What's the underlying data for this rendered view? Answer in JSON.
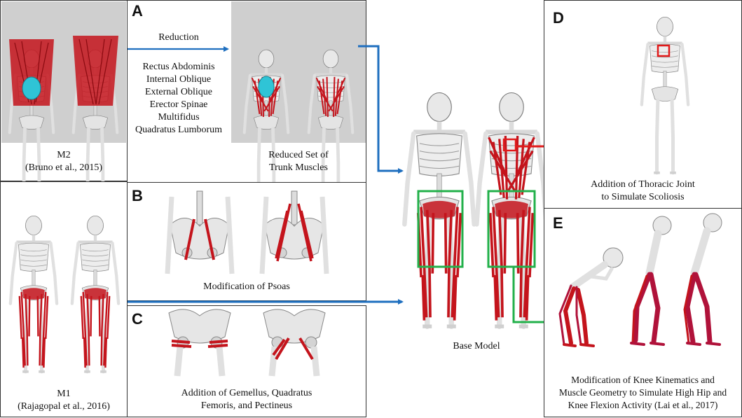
{
  "panels": {
    "A": {
      "letter": "A",
      "arrow_label": "Reduction",
      "muscles": [
        "Rectus Abdominis",
        "Internal Oblique",
        "External Oblique",
        "Erector Spinae",
        "Multifidus",
        "Quadratus Lumborum"
      ],
      "caption_lines": [
        "Reduced Set of",
        "Trunk Muscles"
      ]
    },
    "B": {
      "letter": "B",
      "caption": "Modification of Psoas"
    },
    "C": {
      "letter": "C",
      "caption_lines": [
        "Addition of Gemellus, Quadratus",
        "Femoris, and Pectineus"
      ]
    },
    "D": {
      "letter": "D",
      "caption_lines": [
        "Addition of Thoracic Joint",
        "to Simulate Scoliosis"
      ]
    },
    "E": {
      "letter": "E",
      "caption_lines": [
        "Modification of Knee Kinematics and",
        "Muscle Geometry to Simulate High Hip and",
        "Knee Flexion Activity (Lai et al., 2017)"
      ]
    }
  },
  "models": {
    "m2": {
      "name": "M2",
      "citation": "(Bruno et al., 2015)"
    },
    "m1": {
      "name": "M1",
      "citation": "(Rajagopal et al., 2016)"
    },
    "base": {
      "name": "Base Model"
    }
  },
  "colors": {
    "muscle_red": "#c4141c",
    "muscle_crimson": "#b0123a",
    "bone": "#e6e6e6",
    "arrow_blue": "#1f6fbf",
    "arrow_red": "#e11a1a",
    "highlight_green": "#22b04a",
    "disc_cyan": "#2fc4d6",
    "panel_gray": "#cfcfcf"
  }
}
